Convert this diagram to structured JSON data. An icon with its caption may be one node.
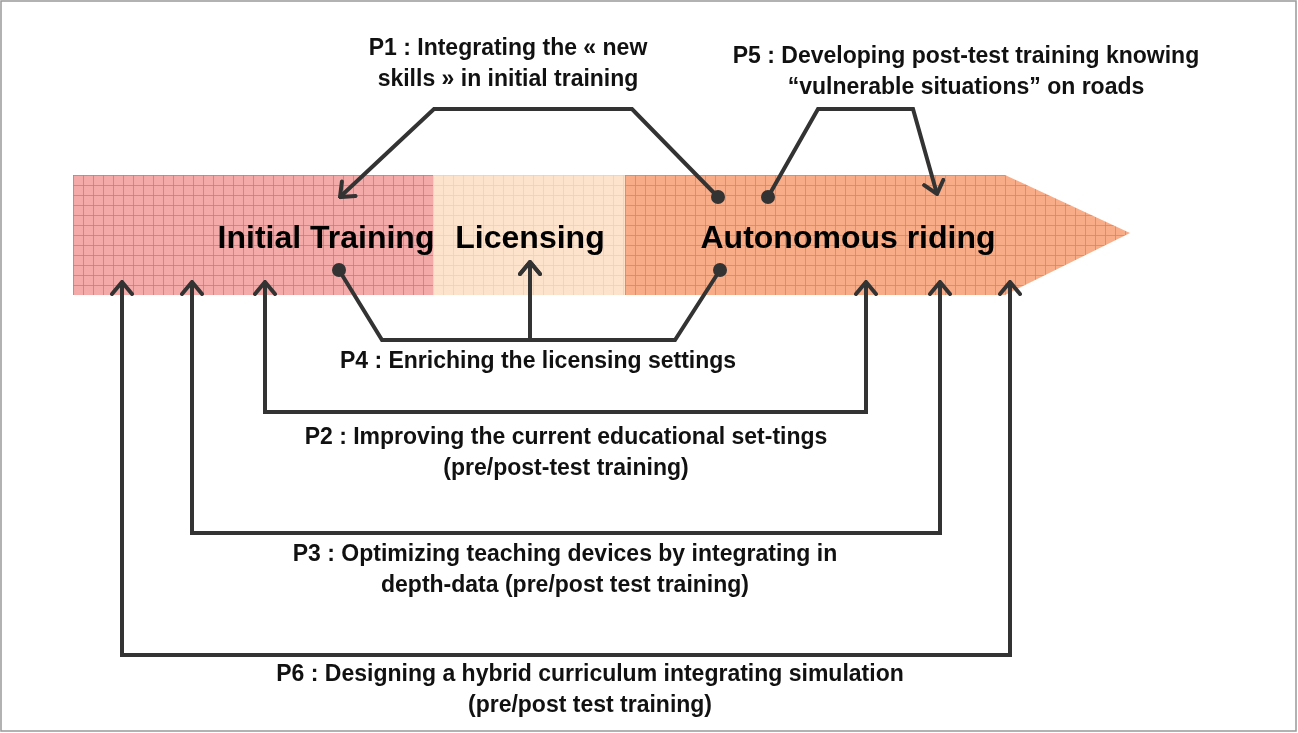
{
  "diagram": {
    "nodes": [
      {
        "text": [
          "Initial Training"
        ]
      },
      {
        "text": [
          "Licensing"
        ]
      },
      {
        "text": [
          "Autonomous riding"
        ]
      }
    ],
    "edges": [
      {
        "from": 2,
        "to": 0,
        "arrow": "to",
        "label": "P1 : Integrating the « new skills » in initial training"
      },
      {
        "from": 0,
        "to": 1,
        "arrow": "to",
        "label": "P4 : Enriching the licensing settings"
      },
      {
        "from": 2,
        "to": 1,
        "arrow": "to"
      },
      {
        "from": 0,
        "to": 2,
        "arrow": "both",
        "label": "P2 : Improving the current educational set-tings (pre/post-test training)"
      },
      {
        "from": 0,
        "to": 2,
        "arrow": "both",
        "label": "P3 : Optimizing teaching devices by integrating in depth-data (pre/post test training)"
      },
      {
        "from": 2,
        "to": 2,
        "arrow": "to",
        "label": "P5 : Developing post-test training knowing “vulnerable situations” on roads"
      },
      {
        "from": 0,
        "to": 2,
        "arrow": "both",
        "label": "P6 : Designing a hybrid curriculum integrating simulation (pre/post test training)"
      }
    ]
  }
}
